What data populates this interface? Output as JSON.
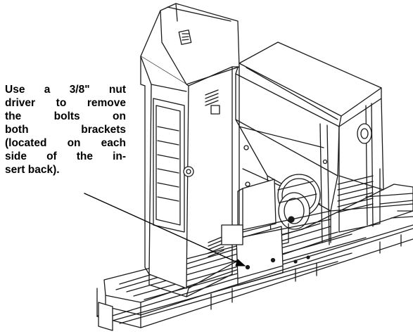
{
  "instruction": {
    "lines": [
      "Use a 3/8\" nut",
      "driver to remove",
      "the bolts on",
      "both brackets",
      "(located on each",
      "side of the in-",
      "sert back)."
    ]
  },
  "colors": {
    "text": "#000000",
    "line_art": "#1a1a1a",
    "background": "#ffffff"
  },
  "icons": {
    "illustration": "pellet-stove-insert-on-pallet",
    "pointer": "callout-arrow"
  }
}
